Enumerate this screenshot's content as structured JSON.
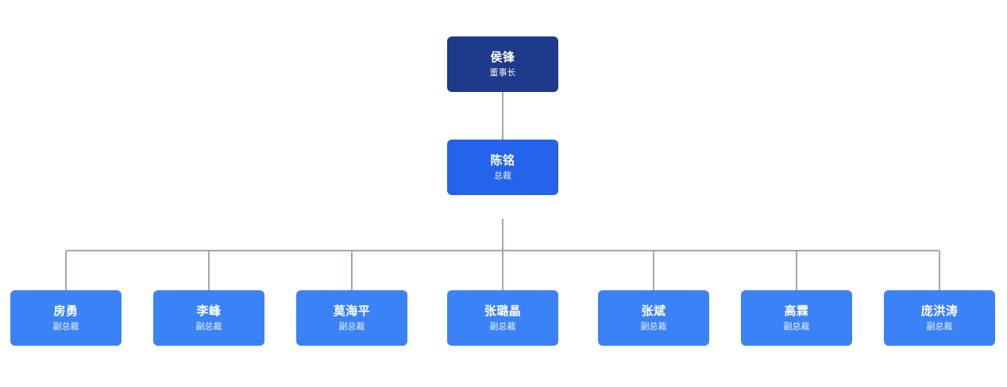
{
  "org": {
    "chairman": {
      "name": "侯锋",
      "title": "董事长"
    },
    "president": {
      "name": "陈铭",
      "title": "总裁"
    },
    "vice_presidents": [
      {
        "name": "房勇",
        "title": "副总裁"
      },
      {
        "name": "李峰",
        "title": "副总裁"
      },
      {
        "name": "莫海平",
        "title": "副总裁"
      },
      {
        "name": "张璐晶",
        "title": "副总裁"
      },
      {
        "name": "张斌",
        "title": "副总裁"
      },
      {
        "name": "高霖",
        "title": "副总裁"
      },
      {
        "name": "庞洪涛",
        "title": "副总裁"
      }
    ]
  },
  "colors": {
    "chairman": "#1e3a8a",
    "president": "#2563eb",
    "vice_president": "#3b82f6",
    "connector": "#9aa9bb"
  }
}
